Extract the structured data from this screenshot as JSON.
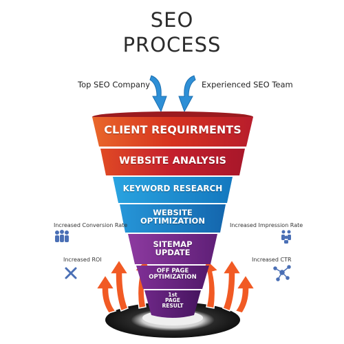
{
  "title_line1": "SEO",
  "title_line2": "PROCESS",
  "inputs": {
    "left": "Top SEO Company",
    "right": "Experienced SEO Team"
  },
  "stages": [
    {
      "line1": "CLIENT REQUIRMENTS",
      "line2": ""
    },
    {
      "line1": "WEBSITE ANALYSIS",
      "line2": ""
    },
    {
      "line1": "KEYWORD RESEARCH",
      "line2": ""
    },
    {
      "line1": "WEBSITE",
      "line2": "OPTIMIZATION"
    },
    {
      "line1": "SITEMAP",
      "line2": "UPDATE"
    },
    {
      "line1": "OFF PAGE",
      "line2": "OPTIMIZATION"
    },
    {
      "line1": "1st",
      "line2": "PAGE",
      "line3": "RESULT"
    }
  ],
  "benefits": {
    "top_left": "Increased Conversion Rate",
    "bottom_left": "Increased ROI",
    "top_right": "Increased Impression Rate",
    "bottom_right": "Increased CTR"
  },
  "icons": {
    "input_arrows": "down-arrow-icon",
    "top_left": "people-group-icon",
    "bottom_left": "tools-icon",
    "top_right": "network-people-icon",
    "bottom_right": "molecule-icon",
    "growth": "up-arrow-icon"
  },
  "colors": {
    "stage1": "#d9441f",
    "stage2": "#c8202e",
    "stage3": "#1a8fd0",
    "stage4": "#1a7fc4",
    "stage5": "#7a2a8e",
    "stage6": "#6a2382",
    "stage7": "#5b1d72",
    "arrow_blue": "#2e8fd6",
    "growth_orange": "#f15a24",
    "icon_blue": "#4a6fb5"
  }
}
